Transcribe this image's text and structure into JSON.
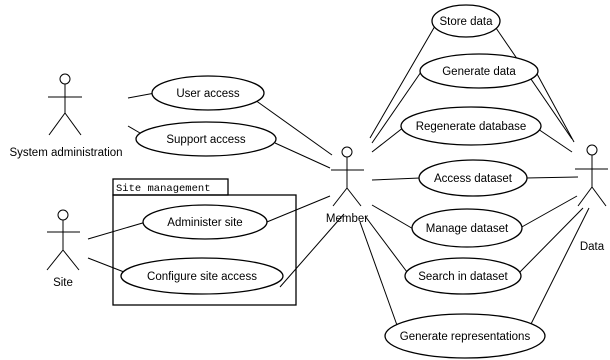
{
  "actors": {
    "system_admin": "System administration",
    "site": "Site",
    "member": "Member",
    "data": "Data"
  },
  "package": {
    "title": "Site management"
  },
  "use_cases": {
    "user_access": "User access",
    "support_access": "Support access",
    "administer_site": "Administer site",
    "configure_site_access": "Configure site access",
    "store_data": "Store data",
    "generate_data": "Generate data",
    "regenerate_database": "Regenerate database",
    "access_dataset": "Access dataset",
    "manage_dataset": "Manage dataset",
    "search_in_dataset": "Search in dataset",
    "generate_representations": "Generate representations"
  }
}
